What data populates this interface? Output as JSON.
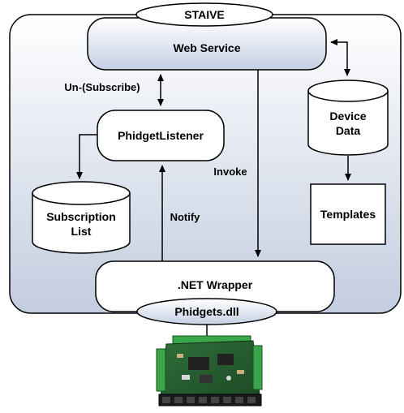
{
  "diagram": {
    "top_label": "STAIVE",
    "web_service": "Web Service",
    "phidget_listener": "PhidgetListener",
    "subscription_list_line1": "Subscription",
    "subscription_list_line2": "List",
    "device_data_line1": "Device",
    "device_data_line2": "Data",
    "templates": "Templates",
    "net_wrapper": ".NET Wrapper",
    "phidgets_dll": "Phidgets.dll",
    "edge_subscribe": "Un-(Subscribe)",
    "edge_invoke": "Invoke",
    "edge_notify": "Notify"
  },
  "colors": {
    "container_top": "#ffffff",
    "container_bottom": "#c3cde0",
    "node_top": "#ffffff",
    "node_bottom": "#c5d0e4",
    "stroke": "#000000"
  },
  "icons": {
    "hardware": "phidget-board-image"
  }
}
